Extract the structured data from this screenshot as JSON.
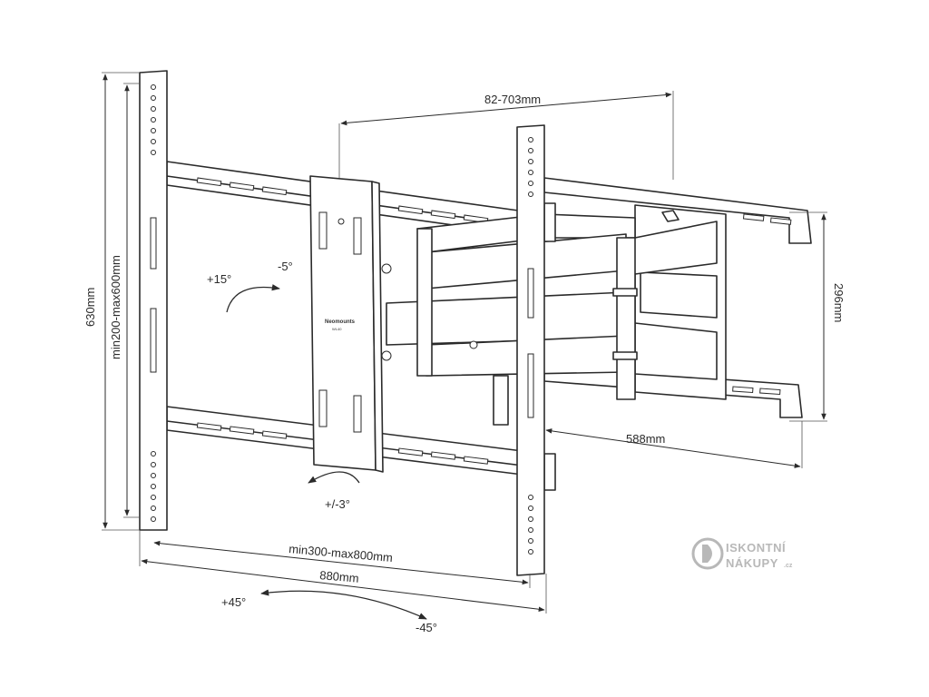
{
  "product": {
    "brand_label": "Neomounts",
    "model_label": "WL40"
  },
  "dimensions": {
    "depth_range": "82-703mm",
    "arm_length": "588mm",
    "wall_plate_height": "296mm",
    "height_total": "630mm",
    "vesa_vertical": "min200-max600mm",
    "vesa_horizontal": "min300-max800mm",
    "width_total": "880mm"
  },
  "angles": {
    "tilt_up": "+15°",
    "tilt_down": "-5°",
    "rotate": "+/-3°",
    "swivel_left": "+45°",
    "swivel_right": "-45°"
  },
  "watermark": {
    "line1": "ISKONTNÍ",
    "line2": "NÁKUPY",
    "suffix": ".cz",
    "color": "#b8b8b8"
  }
}
